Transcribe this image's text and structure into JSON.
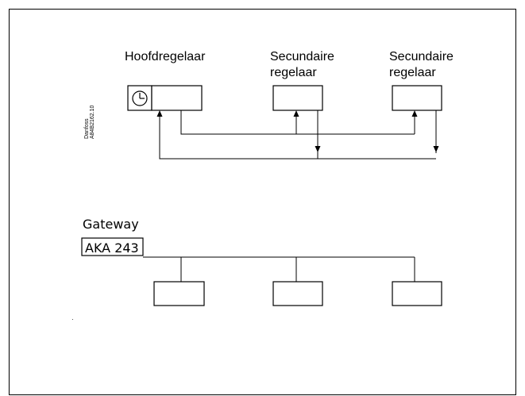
{
  "labels": {
    "main_controller": "Hoofdregelaar",
    "secondary_1_line1": "Secundaire",
    "secondary_1_line2": "regelaar",
    "secondary_2_line1": "Secundaire",
    "secondary_2_line2": "regelaar",
    "gateway": "Gateway",
    "gateway_device": "AKA 243",
    "ref_brand": "Danfoss",
    "ref_code": "A84B2162.10"
  },
  "icons": {
    "clock": "clock-icon"
  }
}
